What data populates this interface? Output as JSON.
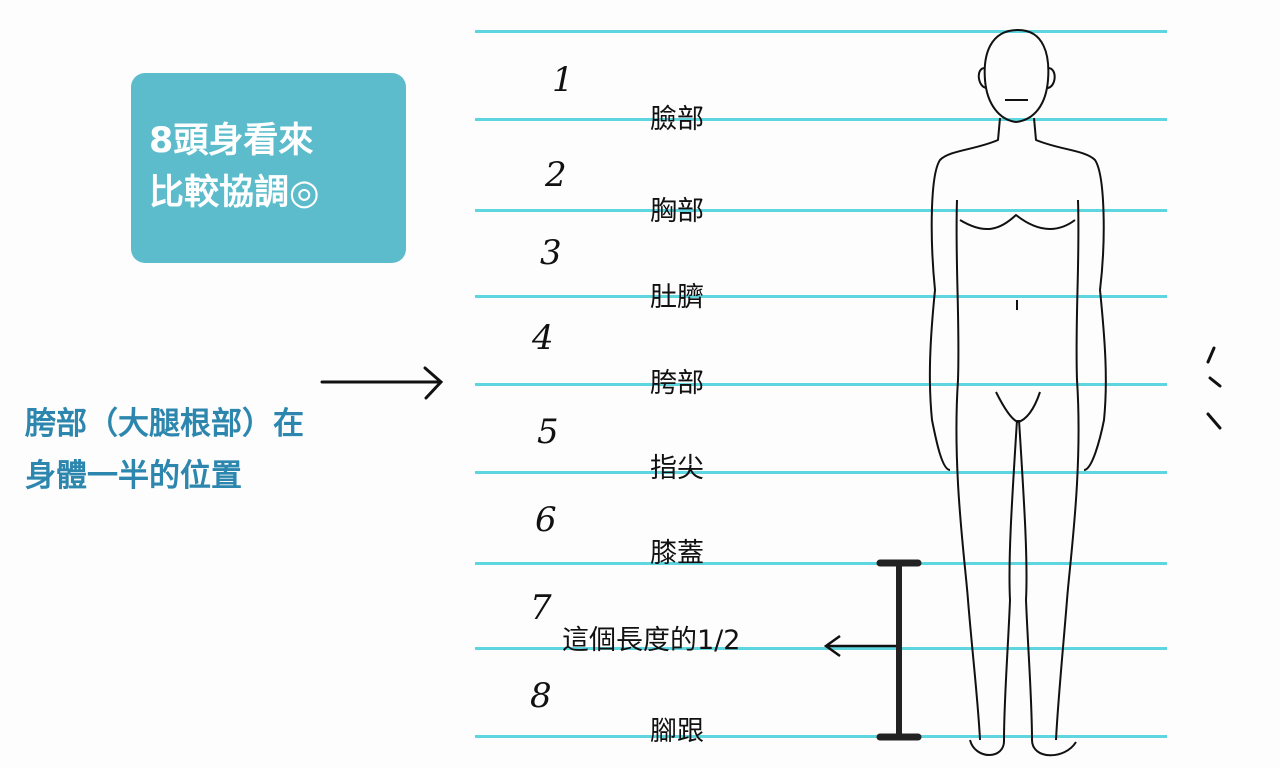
{
  "callout": {
    "line1": "8頭身看來",
    "line2": "比較協調◎"
  },
  "note": {
    "line1": "胯部（大腿根部）在",
    "line2": "身體一半的位置"
  },
  "numbers": [
    "1",
    "2",
    "3",
    "4",
    "5",
    "6",
    "7",
    "8"
  ],
  "labels": [
    "臉部",
    "胸部",
    "肚臍",
    "胯部",
    "指尖",
    "膝蓋",
    "腳跟"
  ],
  "half_label": "這個長度的1/2",
  "colors": {
    "guide_line": "#5ed6e0",
    "callout_bg": "#5dbccb",
    "note_text": "#2c86ad"
  }
}
